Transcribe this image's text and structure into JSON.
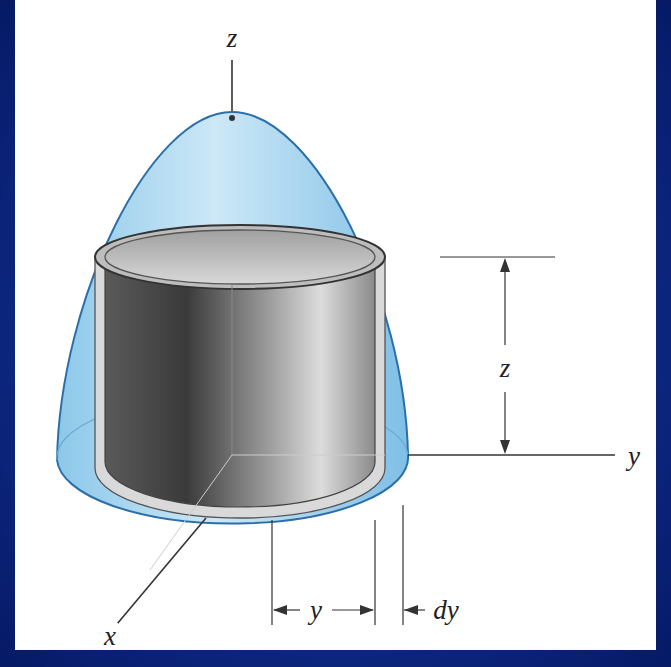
{
  "diagram": {
    "labels": [
      "z",
      "z",
      "y",
      "y",
      "dy",
      "x"
    ]
  }
}
